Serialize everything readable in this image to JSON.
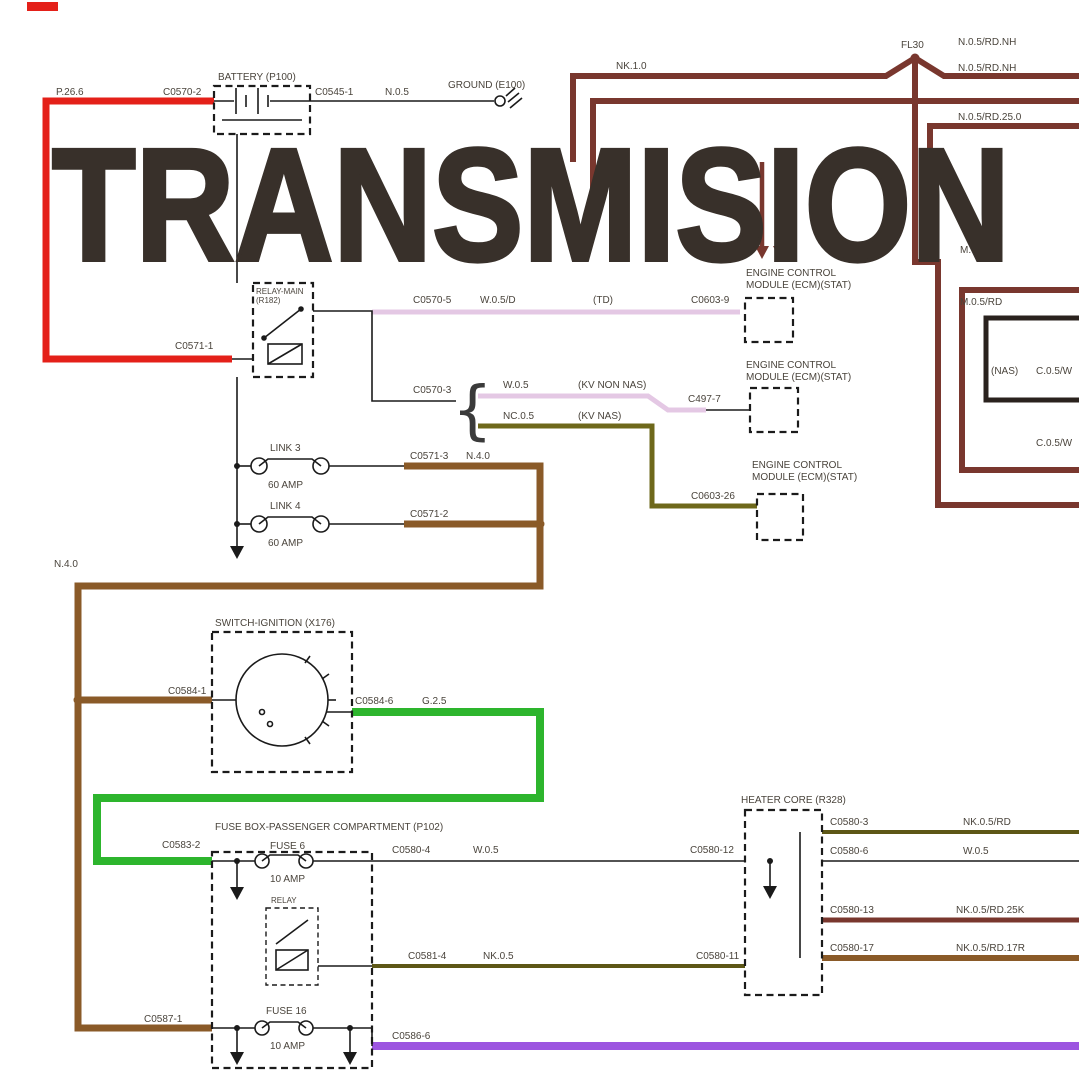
{
  "title": {
    "text": "TRANSMISION",
    "color": "#38302a"
  },
  "colors": {
    "red": "#e42019",
    "maroon": "#79372e",
    "pink": "#e4c8e4",
    "olive": "#6e681b",
    "dark_olive": "#5d5716",
    "brown": "#8a5a28",
    "green": "#2db52d",
    "purple": "#9c55e0",
    "line": "#1a1a1a",
    "title": "#38302a"
  },
  "labels": {
    "p26": "P.26.6",
    "c0570_2": "C0570-2",
    "battery": "BATTERY (P100)",
    "c0545_1": "C0545-1",
    "n05": "N.0.5",
    "ground": "GROUND (E100)",
    "fl30": "FL30",
    "rd_nh": "N.0.5/RD.NH",
    "rd_25": "N.0.5/RD.25.0",
    "nk10": "NK.1.0",
    "m05": "M.0.5",
    "m05rd": "M.0.5/RD",
    "nas": "(NAS)",
    "c05w": "C.0.5/W",
    "relay_main_1": "RELAY-MAIN",
    "relay_main_2": "(R182)",
    "c0571_in": "C0571-1",
    "c0570_5": "C0570-5",
    "w05d": "W.0.5/D",
    "td": "(TD)",
    "c0603_9": "C0603-9",
    "ecm_1": "ENGINE CONTROL",
    "ecm_2": "MODULE (ECM)(STAT)",
    "c0570_3": "C0570-3",
    "w05": "W.0.5",
    "kv_non_nas": "(KV NON NAS)",
    "c497_7": "C497-7",
    "nc05": "NC.0.5",
    "kv_nas": "(KV NAS)",
    "c0603_26": "C0603-26",
    "link3": "LINK 3",
    "link4": "LINK 4",
    "amp60": "60 AMP",
    "amp10": "10 AMP",
    "c0571_3": "C0571-3",
    "n40": "N.4.0",
    "c0571_2": "C0571-2",
    "n40_left": "N.4.0",
    "ignition": "SWITCH-IGNITION (X176)",
    "c0584_1": "C0584-1",
    "c0584_6": "C0584-6",
    "g25": "G.2.5",
    "c0583_2": "C0583-2",
    "fusebox": "FUSE BOX-PASSENGER COMPARTMENT (P102)",
    "fuse6": "FUSE 6",
    "fuse16": "FUSE 16",
    "relay_small": "RELAY",
    "c0587_1": "C0587-1",
    "c0580_4": "C0580-4",
    "c0580_12": "C0580-12",
    "c0581_4": "C0581-4",
    "nk05": "NK.0.5",
    "c0580_11": "C0580-11",
    "c0586_6": "C0586-6",
    "heater": "HEATER CORE (R328)",
    "c0580_3": "C0580-3",
    "nk05rd": "NK.0.5/RD",
    "c0580_6": "C0580-6",
    "c0580_13": "C0580-13",
    "nk05rd25k": "NK.0.5/RD.25K",
    "c0580_17": "C0580-17",
    "nk05rd17r": "NK.0.5/RD.17R",
    "brace": "{"
  }
}
